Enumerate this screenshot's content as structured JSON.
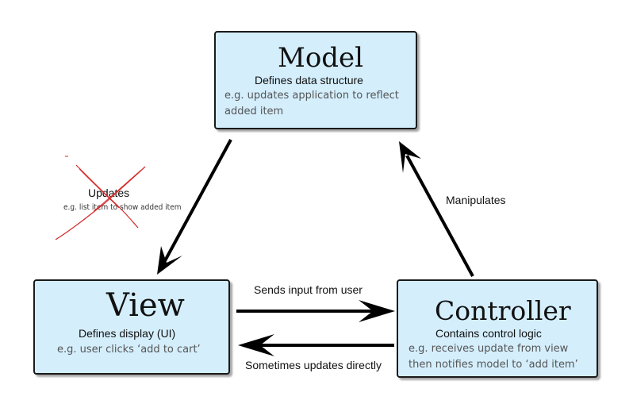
{
  "model": {
    "title": "Model",
    "subtitle": "Defines data structure",
    "example_line1": "e.g. updates application to reflect",
    "example_line2": "added item"
  },
  "view": {
    "title": "View",
    "subtitle": "Defines display (UI)",
    "example": "e.g. user clicks ‘add to cart’"
  },
  "controller": {
    "title": "Controller",
    "subtitle": "Contains control logic",
    "example_line1": "e.g. receives update from view",
    "example_line2": "then notifies model to ‘add item’"
  },
  "edges": {
    "model_to_view": {
      "label": "Updates",
      "example": "e.g. list item to show added item",
      "struck_out": true
    },
    "controller_to_model": {
      "label": "Manipulates"
    },
    "view_to_controller": {
      "label": "Sends input from user"
    },
    "controller_to_view": {
      "label": "Sometimes updates directly"
    }
  },
  "colors": {
    "box_fill": "#d4eefc",
    "box_border": "#1a1a1a",
    "arrow": "#000000",
    "strike_mark": "#d42a2a"
  }
}
